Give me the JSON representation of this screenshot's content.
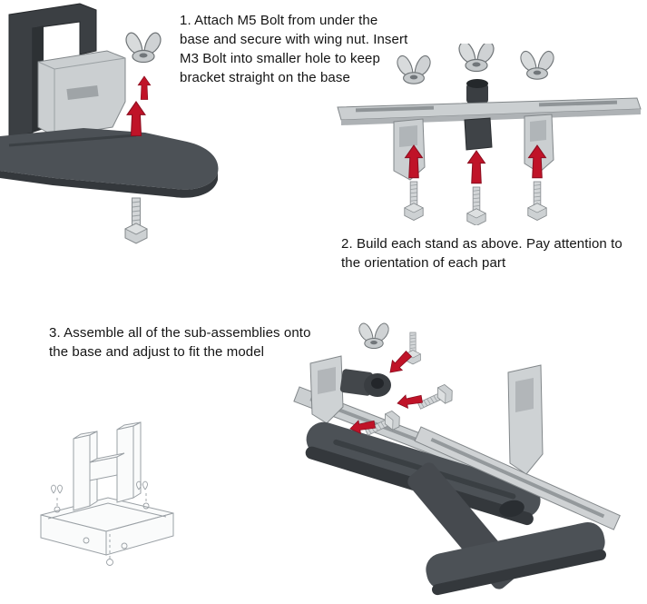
{
  "page": {
    "background": "#ffffff"
  },
  "steps": {
    "step1": "1. Attach M5 Bolt from under the base and secure with wing nut.  Insert M3 Bolt into smaller hole to keep bracket straight on the base",
    "step2": "2. Build each stand as above.  Pay attention to the orientation of each part",
    "step3": "3. Assemble all of the sub-assemblies onto the base and adjust to fit the model"
  },
  "colors": {
    "arrow_red": "#c01328",
    "arrow_edge": "#8d0e20",
    "base_dark": "#4c5156",
    "base_shadow": "#34383c",
    "part_light": "#cbcfd1",
    "part_edge": "#82878a",
    "sketch_line": "#9aa0a5"
  },
  "icons": {
    "wing_nut": "wing-nut-icon",
    "hex_bolt": "hex-bolt-icon",
    "red_arrow": "red-arrow-icon"
  }
}
